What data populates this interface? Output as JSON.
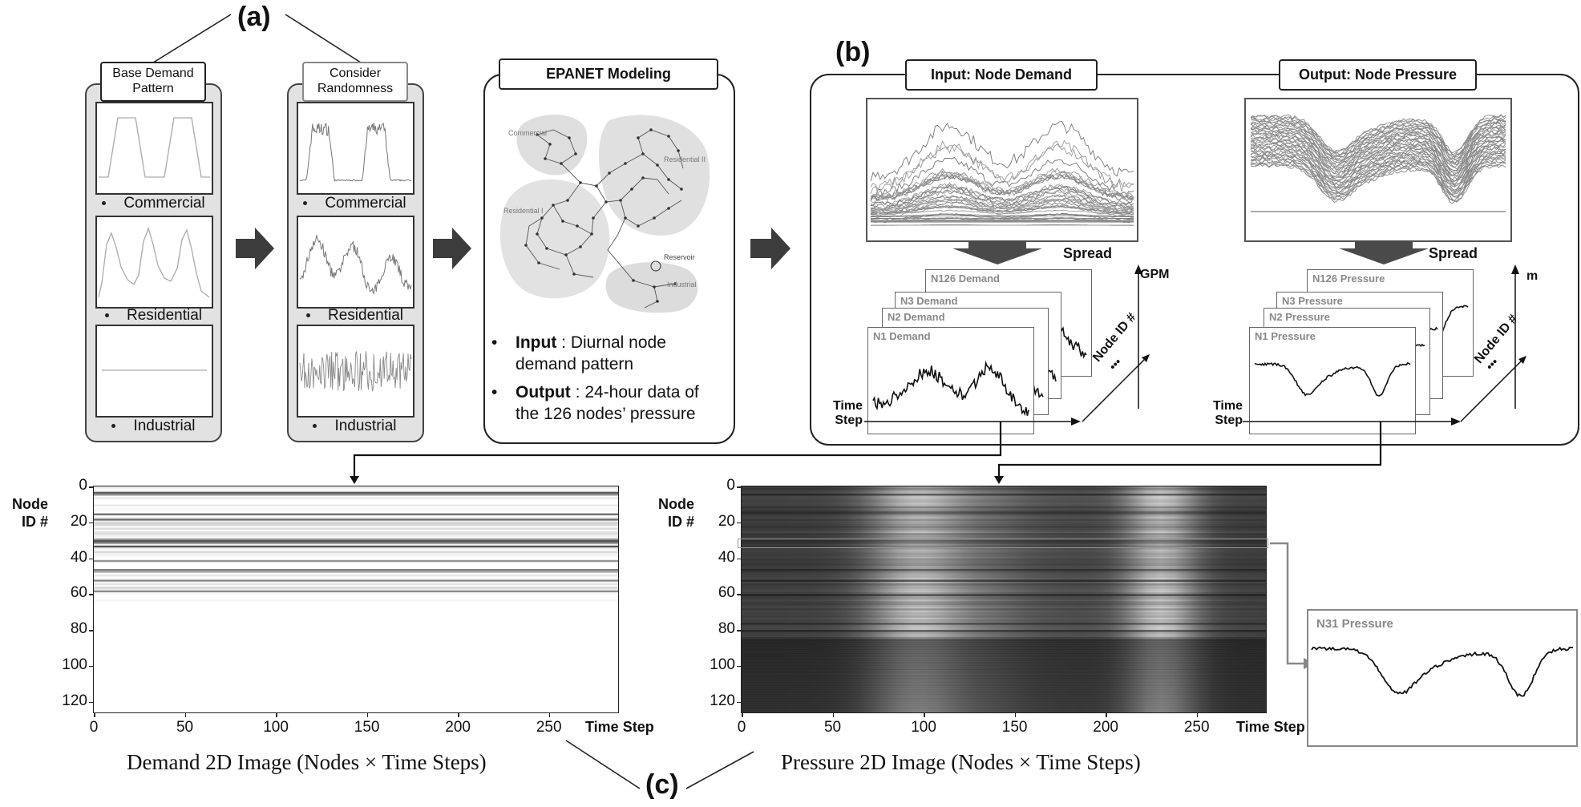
{
  "labels": {
    "a": "(a)",
    "b": "(b)",
    "c": "(c)"
  },
  "section_a": {
    "panel1_title": "Base Demand Pattern",
    "panel2_title": "Consider Randomness",
    "patterns": [
      "Commercial",
      "Residential",
      "Industrial"
    ]
  },
  "epanet": {
    "title": "EPANET Modeling",
    "map_regions": [
      "Commercial",
      "Residential II",
      "Residential I",
      "Reservoir",
      "Industrial"
    ],
    "bullets": [
      {
        "head": "Input",
        "text_line1": " : Diurnal node",
        "text_line2": "demand pattern"
      },
      {
        "head": "Output",
        "text_line1": " : 24-hour data of",
        "text_line2": "the 126 nodes’ pressure"
      }
    ]
  },
  "section_b": {
    "input_title": "Input: Node Demand",
    "output_title": "Output: Node Pressure",
    "spread_label": "Spread",
    "demand_stack": [
      "N126 Demand",
      "N3 Demand",
      "N2 Demand",
      "N1 Demand"
    ],
    "pressure_stack": [
      "N126 Pressure",
      "N3 Pressure",
      "N2 Pressure",
      "N1 Pressure"
    ],
    "demand_unit": "GPM",
    "pressure_unit": "m",
    "time_step_label": "Time Step",
    "node_id_axis": "Node ID #",
    "ellipsis": "• • •"
  },
  "section_c": {
    "demand_caption": "Demand 2D Image (Nodes × Time Steps)",
    "pressure_caption": "Pressure 2D Image (Nodes × Time Steps)",
    "y_axis_label_line1": "Node",
    "y_axis_label_line2": "ID #",
    "x_axis_label": "Time Step",
    "y_ticks": [
      "0",
      "20",
      "40",
      "60",
      "80",
      "100",
      "120"
    ],
    "x_ticks": [
      "0",
      "50",
      "100",
      "150",
      "200",
      "250"
    ],
    "inset_title": "N31 Pressure"
  }
}
